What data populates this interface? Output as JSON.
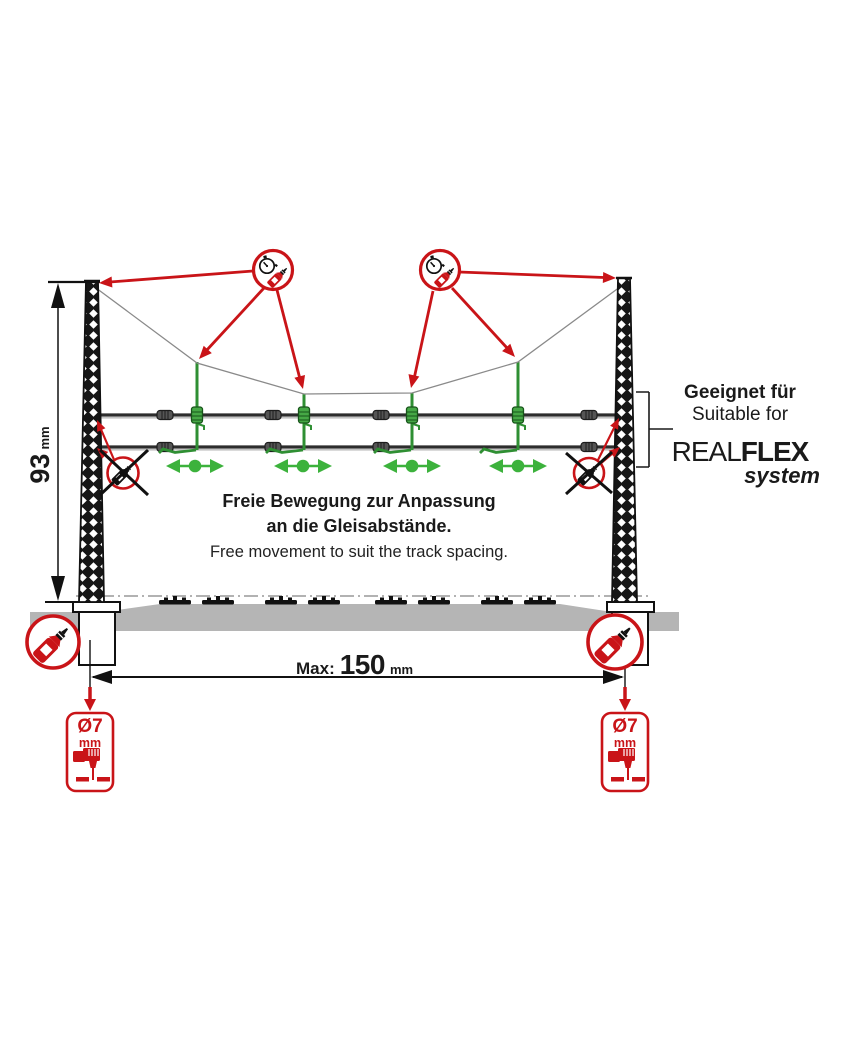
{
  "dimensions": {
    "height": {
      "value": "93",
      "unit": "mm"
    },
    "max_width": {
      "label": "Max:",
      "value": "150",
      "unit": "mm"
    }
  },
  "notes": {
    "movement_de_1": "Freie Bewegung zur Anpassung",
    "movement_de_2": "an die Gleisabstände.",
    "movement_en": "Free movement to suit the track spacing."
  },
  "suitability": {
    "de": "Geeignet für",
    "en": "Suitable for",
    "brand_light": "REAL",
    "brand_heavy": "FLEX",
    "brand_suffix": "system"
  },
  "drill_spec": {
    "diameter": "Ø7",
    "unit": "mm"
  },
  "icons": {
    "glue_time_badge": "glue-bottle-with-stopwatch",
    "no_glue_badge": "glue-bottle-crossed-out",
    "base_glue_badge": "glue-bottle",
    "drill_badge": "power-drill"
  },
  "colors": {
    "red": "#c91418",
    "green": "#3cb23c",
    "green_dark": "#2f8f33",
    "wire": "#2d2d2d",
    "span_wire": "#8a8a8a",
    "board_gray": "#b5b5b5",
    "text": "#1a1a1a"
  }
}
